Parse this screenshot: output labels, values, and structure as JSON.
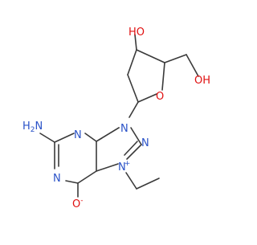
{
  "atoms": {
    "ho_top": {
      "text": "HO",
      "color": "#e01010"
    },
    "oh_right": {
      "text": "OH",
      "color": "#e01010"
    },
    "o_ring": {
      "text": "O",
      "color": "#e01010"
    },
    "h2n": {
      "text": "H2N",
      "sub": "2",
      "h": "H",
      "n": "N",
      "color": "#2a52c8"
    },
    "n_upper": {
      "text": "N",
      "color": "#2a52c8"
    },
    "n9": {
      "text": "N",
      "color": "#2a52c8"
    },
    "n_right": {
      "text": "N",
      "color": "#2a52c8"
    },
    "n_lower": {
      "text": "N",
      "color": "#2a52c8"
    },
    "n7": {
      "text": "N",
      "charge": "+",
      "color": "#2a52c8"
    },
    "o_minus": {
      "text": "O",
      "charge": "-",
      "color": "#e01010"
    }
  },
  "colors": {
    "bond": "#3a3a3a",
    "nitrogen": "#2a52c8",
    "oxygen": "#e01010",
    "background": "#ffffff"
  }
}
